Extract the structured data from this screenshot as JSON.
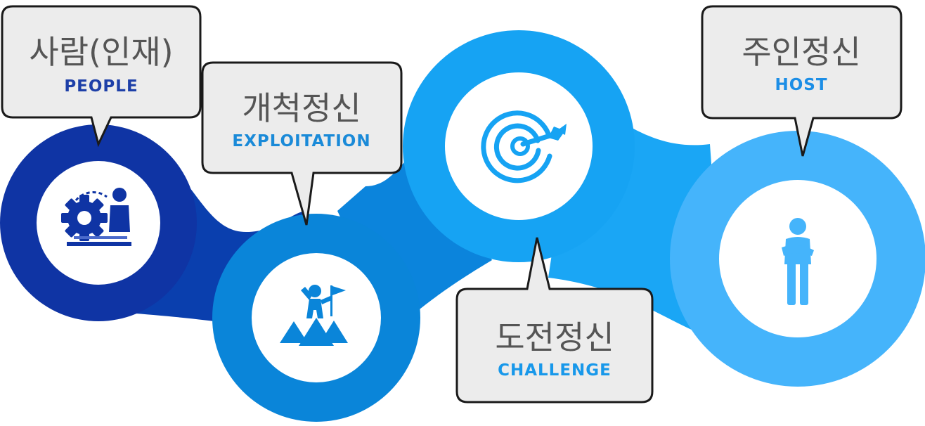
{
  "diagram": {
    "steps": [
      {
        "title": "사람(인재)",
        "subtitle": "PEOPLE",
        "icon": "person-gear-icon",
        "circle_color": "#0f34a4",
        "subtitle_color": "#1d3fa8"
      },
      {
        "title": "개척정신",
        "subtitle": "EXPLOITATION",
        "icon": "mountain-flag-climber-icon",
        "circle_color": "#0a85d9",
        "subtitle_color": "#1a8ad8"
      },
      {
        "title": "도전정신",
        "subtitle": "CHALLENGE",
        "icon": "target-arrow-icon",
        "circle_color": "#16a3f3",
        "subtitle_color": "#1898ea"
      },
      {
        "title": "주인정신",
        "subtitle": "HOST",
        "icon": "standing-person-arms-crossed-icon",
        "circle_color": "#45b4fb",
        "subtitle_color": "#1c8ee6"
      }
    ],
    "bubble_fill": "#ececec",
    "bubble_stroke": "#1a1a1a",
    "title_color": "#555555",
    "connector_color": "#1aa6f5"
  }
}
